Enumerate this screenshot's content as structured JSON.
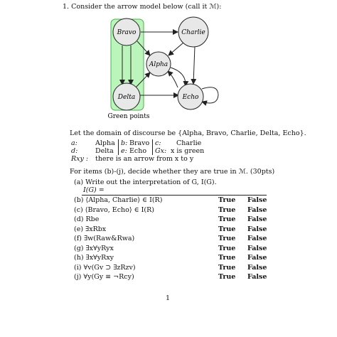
{
  "problem": {
    "intro": "1.  Consider the arrow model below (call it ℳ):"
  },
  "diagram": {
    "nodes": {
      "bravo": "Bravo",
      "charlie": "Charlie",
      "alpha": "Alpha",
      "delta": "Delta",
      "echo": "Echo"
    },
    "region_label": "Green points",
    "region_color": "#90ee90",
    "node_fill": "#e8e8e8"
  },
  "domain_text": "Let the domain of discourse be {Alpha, Bravo, Charlie, Delta, Echo}.",
  "abbrev": {
    "a_key": "a:",
    "a_val": "Alpha",
    "b_key": "b:",
    "b_val": "Bravo",
    "c_key": "c:",
    "c_val": "Charlie",
    "d_key": "d:",
    "d_val": "Delta",
    "e_key": "e:",
    "e_val": "Echo",
    "gx_key": "Gx:",
    "gx_val": "x is green",
    "rxy_key": "Rxy :",
    "rxy_val": "there is an arrow from x to y"
  },
  "items_intro": "For items (b)-(j), decide whether they are true in ℳ. (30pts)",
  "item_a": {
    "label": "(a)  Write out the interpretation of G, I(G).",
    "answer_prefix": "I(G) ="
  },
  "items": [
    {
      "label": "(b)  ⟨Alpha, Charlie⟩ ∈ I(R)",
      "true": "True",
      "false": "False"
    },
    {
      "label": "(c)  ⟨Bravo, Echo⟩ ∈ I(R)",
      "true": "True",
      "false": "False"
    },
    {
      "label": "(d)  Rbe",
      "true": "True",
      "false": "False"
    },
    {
      "label": "(e)  ∃xRbx",
      "true": "True",
      "false": "False"
    },
    {
      "label": "(f)  ∃w(Raw&Rwa)",
      "true": "True",
      "false": "False"
    },
    {
      "label": "(g)  ∃x∀yRyx",
      "true": "True",
      "false": "False"
    },
    {
      "label": "(h)  ∃x∀yRxy",
      "true": "True",
      "false": "False"
    },
    {
      "label": "(i)  ∀v(Gv ⊃ ∃zRzv)",
      "true": "True",
      "false": "False"
    },
    {
      "label": "(j)  ∀y(Gy ≡ ¬Rcy)",
      "true": "True",
      "false": "False"
    }
  ],
  "page_number": "1"
}
